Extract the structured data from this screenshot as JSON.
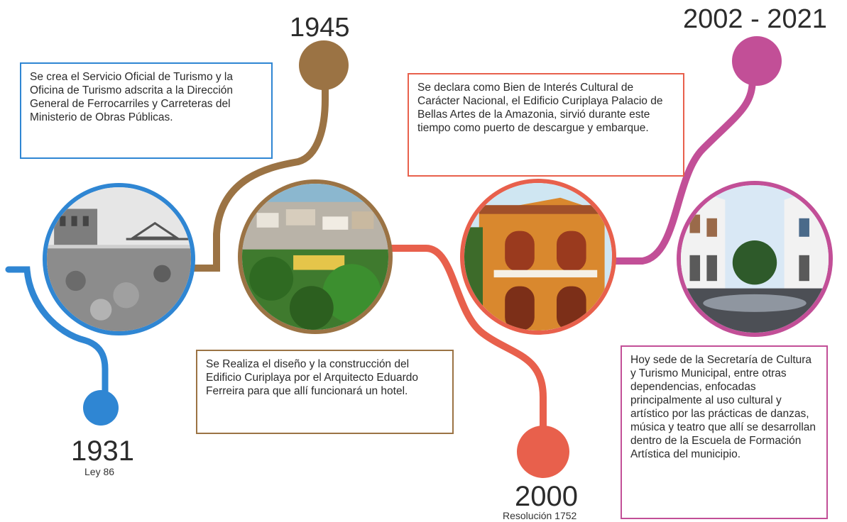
{
  "colors": {
    "blue": "#2f86d3",
    "brown": "#9b7344",
    "coral": "#e8604c",
    "pink": "#c24f97"
  },
  "milestones": [
    {
      "year": "1931",
      "subtitle": "Ley 86",
      "text": "Se crea el Servicio Oficial de Turismo y la Oficina de Turismo adscrita a la Dirección General de Ferrocarriles y Carreteras del Ministerio de Obras Públicas.",
      "photo": "historic-bridge-photo"
    },
    {
      "year": "1945",
      "subtitle": "",
      "text": "Se Realiza el diseño y la construcción del Edificio Curiplaya por el Arquitecto Eduardo Ferreira para que allí funcionará un hotel.",
      "photo": "town-aerial-photo"
    },
    {
      "year": "2000",
      "subtitle": "Resolución 1752",
      "text": "Se declara como Bien de Interés Cultural de Carácter Nacional, el Edificio Curiplaya Palacio de Bellas Artes de la Amazonia, sirvió durante este tiempo como puerto de descargue y embarque.",
      "photo": "orange-building-photo"
    },
    {
      "year": "2002 - 2021",
      "subtitle": "",
      "text": "Hoy sede de la Secretaría de Cultura y Turismo Municipal, entre otras dependencias, enfocadas principalmente al uso cultural y artístico por las prácticas de danzas, música y teatro que allí se desarrollan dentro de la Escuela de Formación Artística del municipio.",
      "photo": "courtyard-photo"
    }
  ]
}
